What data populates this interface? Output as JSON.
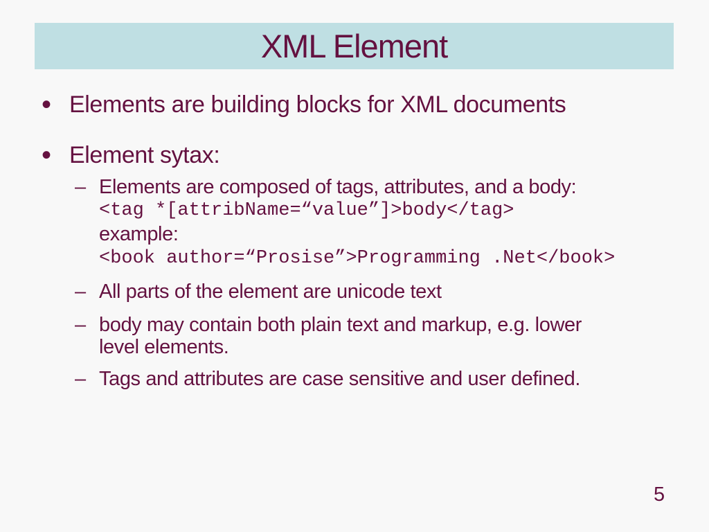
{
  "slide": {
    "title": "XML Element",
    "page_number": "5",
    "bullet_char": "•",
    "dash_char": "–",
    "bullets": {
      "b1": "Elements are building blocks for XML documents",
      "b2": "Element sytax:"
    },
    "sub_items": {
      "s1": {
        "text": "Elements are composed of tags, attributes, and a body:",
        "code1": "<tag *[attribName=“value”]>body</tag>",
        "example_label": "example:",
        "code2": "<book author=“Prosise”>Programming .Net</book>"
      },
      "s2": "All parts of the element are unicode text",
      "s3": "body may contain both plain text and markup, e.g. lower level elements.",
      "s4": "Tags and attributes are case sensitive and user defined."
    }
  },
  "colors": {
    "text_maroon": "#641140",
    "title_bar_bg": "#bfdfe3",
    "background": "#f8f8f8"
  }
}
